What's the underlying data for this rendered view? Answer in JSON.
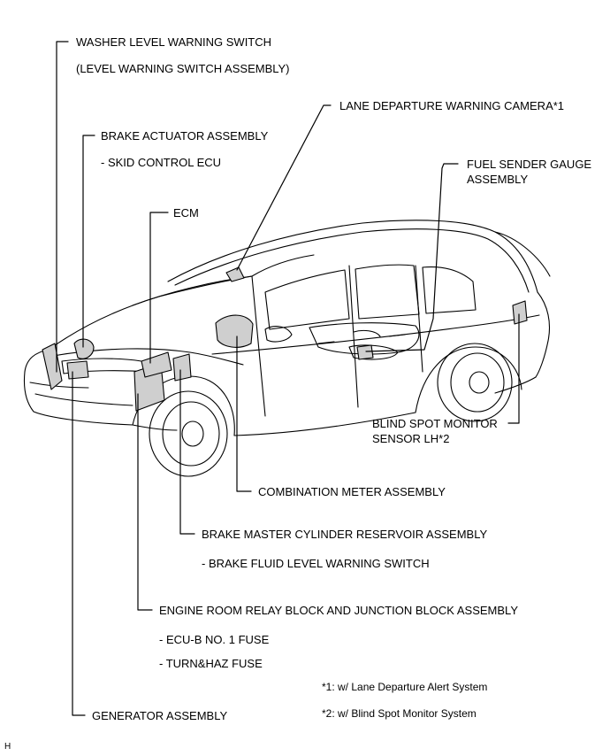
{
  "labels": {
    "washer_switch": "WASHER LEVEL WARNING SWITCH",
    "washer_switch_sub": "(LEVEL WARNING SWITCH ASSEMBLY)",
    "lane_camera": "LANE DEPARTURE WARNING CAMERA*1",
    "brake_actuator": "BRAKE ACTUATOR ASSEMBLY",
    "brake_actuator_sub": "- SKID CONTROL ECU",
    "fuel_sender_1": "FUEL SENDER GAUGE",
    "fuel_sender_2": "ASSEMBLY",
    "ecm": "ECM",
    "blind_spot_1": "BLIND SPOT MONITOR",
    "blind_spot_2": "SENSOR LH*2",
    "combination_meter": "COMBINATION METER ASSEMBLY",
    "brake_master": "BRAKE MASTER CYLINDER RESERVOIR ASSEMBLY",
    "brake_master_sub": "- BRAKE FLUID LEVEL WARNING SWITCH",
    "engine_room": "ENGINE ROOM RELAY BLOCK AND JUNCTION BLOCK ASSEMBLY",
    "engine_room_sub1": "- ECU-B NO. 1 FUSE",
    "engine_room_sub2": "- TURN&HAZ FUSE",
    "generator": "GENERATOR ASSEMBLY"
  },
  "footnotes": {
    "note1": "*1: w/ Lane Departure Alert System",
    "note2": "*2: w/ Blind Spot Monitor System"
  },
  "corner_mark": "H"
}
